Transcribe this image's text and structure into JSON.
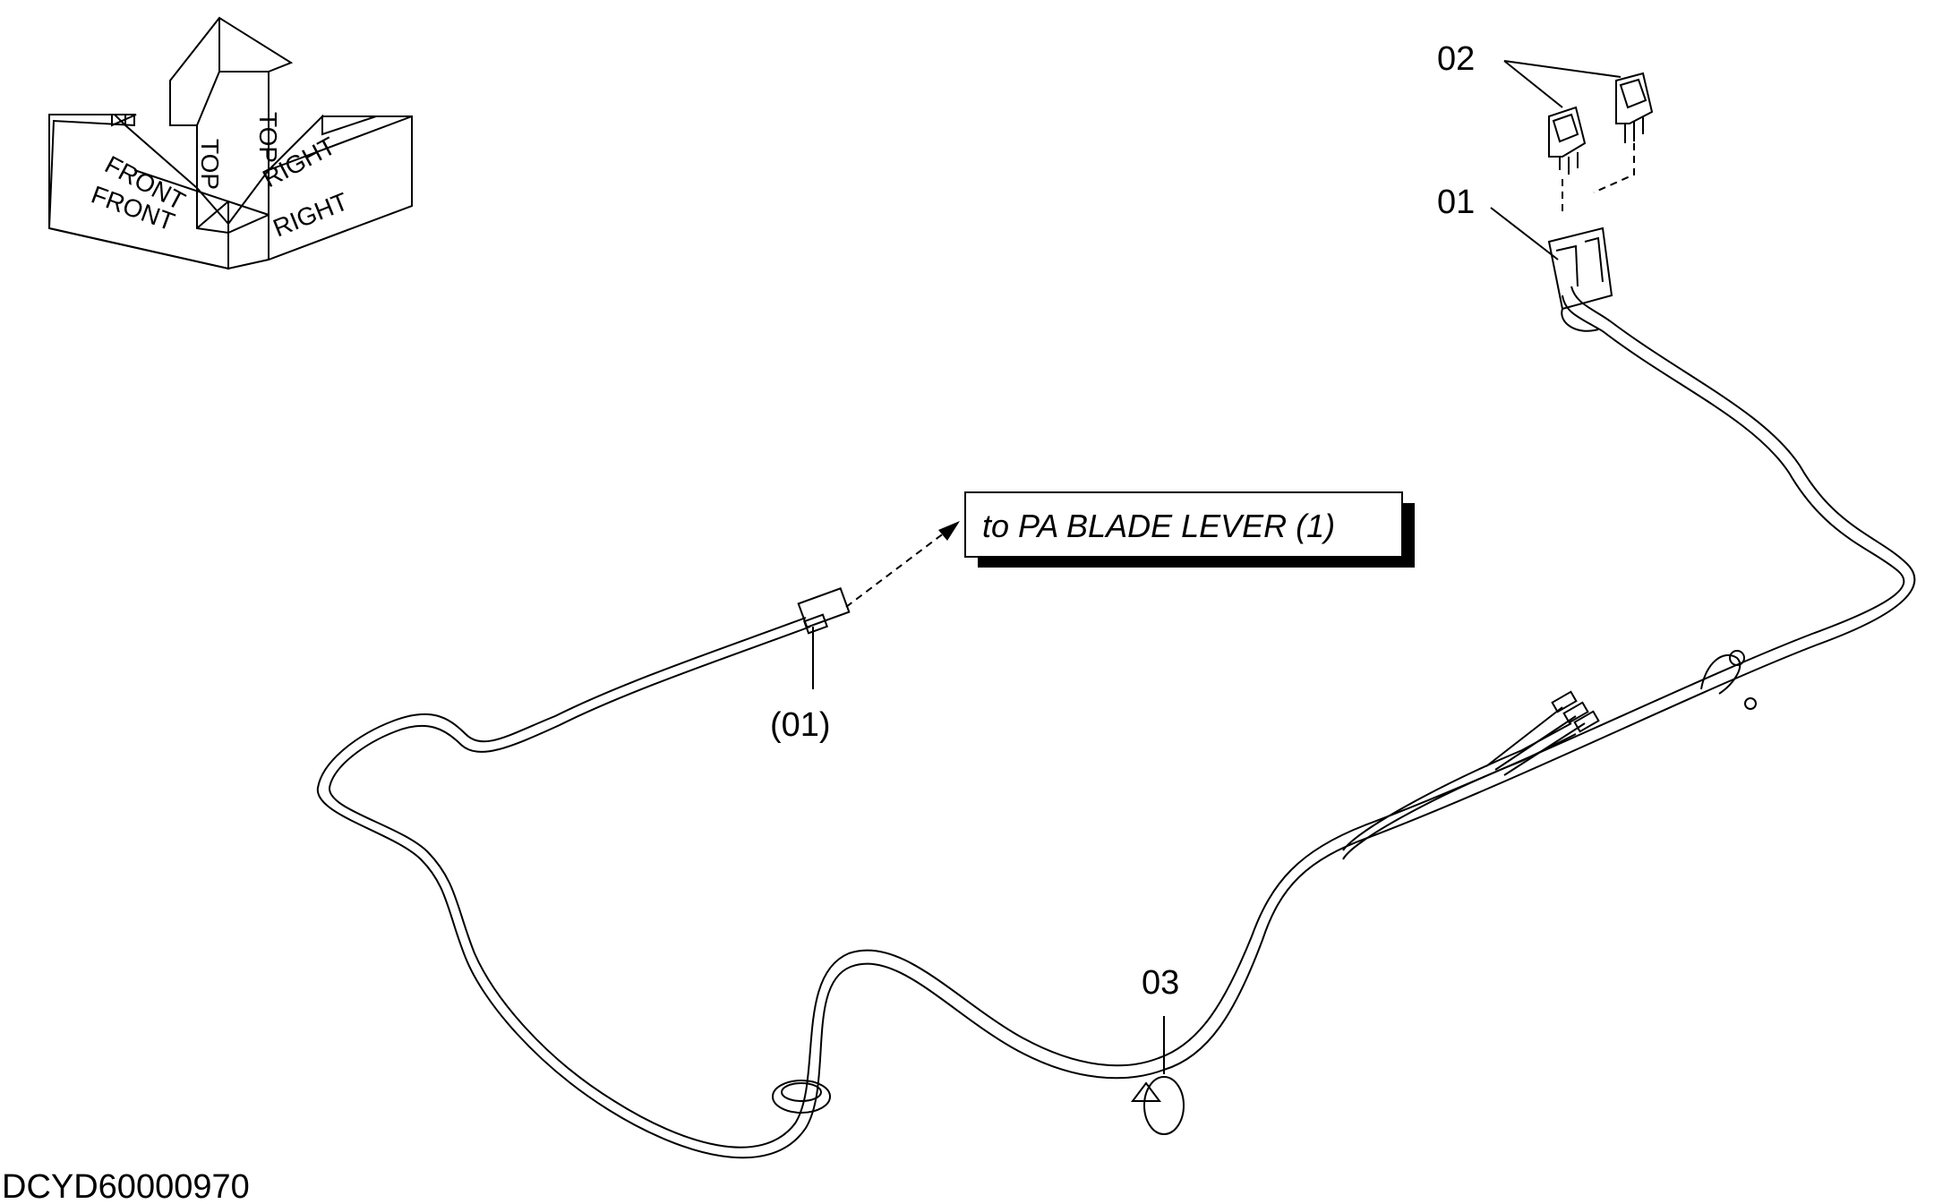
{
  "orientation": {
    "front": "FRONT",
    "top": "TOP",
    "right": "RIGHT"
  },
  "callout": {
    "text": "to PA BLADE LEVER (1)"
  },
  "labels": {
    "item_01": "01",
    "item_02": "02",
    "item_03": "03",
    "item_01_ref": "(01)"
  },
  "document_id": "DCYD60000970"
}
